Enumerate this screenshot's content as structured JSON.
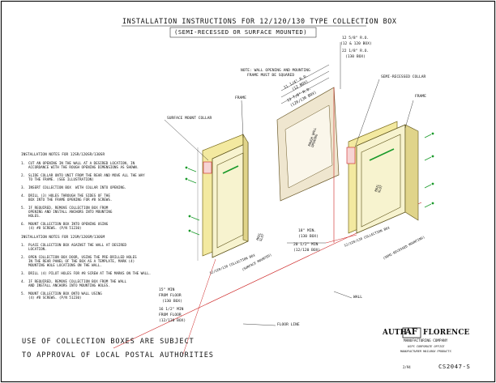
{
  "title": "INSTALLATION INSTRUCTIONS FOR 12/120/130 TYPE COLLECTION BOX",
  "subtitle": "(SEMI-RECESSED OR SURFACE MOUNTED)",
  "notes_recessed": {
    "heading": "INSTALLATION NOTES FOR 12SR/120SR/130SR",
    "items": [
      {
        "num": "1.",
        "text": "CUT AN OPENING IN THE WALL AT A DESIRED LOCATION, IN\nACCORDANCE WITH THE ROUGH OPENING DIMENSIONS AS SHOWN."
      },
      {
        "num": "2.",
        "text": "SLIDE COLLAR ONTO UNIT FROM THE REAR AND MOVE ALL THE WAY\nTO THE FRAME. (SEE ILLUSTRATION)"
      },
      {
        "num": "3.",
        "text": "INSERT COLLECTION BOX  WITH COLLAR INTO OPENING."
      },
      {
        "num": "4.",
        "text": "DRILL (3) HOLES THROUGH THE SIDES OF THE\nBOX INTO THE FRAME OPENING FOR #8 SCREWS."
      },
      {
        "num": "5.",
        "text": "IF REQUIRED, REMOVE COLLECTION BOX FROM\nOPENING AND INSTALL ANCHORS INTO MOUNTING\nHOLES."
      },
      {
        "num": "6.",
        "text": "MOUNT COLLECTION BOX INTO OPENING USING\n(4) #8 SCREWS. (P/N 51230)"
      }
    ]
  },
  "notes_surface": {
    "heading": "INSTALLATION NOTES FOR 12SM/120SM/130SM",
    "items": [
      {
        "num": "1.",
        "text": "PLACE COLLECTION BOX AGAINST THE WALL AT DESIRED\nLOCATION."
      },
      {
        "num": "2.",
        "text": "OPEN COLLECTION BOX DOOR, USING THE PRE-DRILLED HOLES\nIN THE REAR PANEL OF THE BOX AS A TEMPLATE, MARK (4)\nMOUNTING HOLE LOCATIONS ON THE WALL."
      },
      {
        "num": "3.",
        "text": "DRILL (4) PILOT HOLES FOR #8 SCREW AT THE MARKS ON THE WALL."
      },
      {
        "num": "4.",
        "text": "IF REQUIRED, REMOVE COLLECTION BOX FROM THE WALL\nAND INSTALL ANCHORS INTO MOUNTING HOLES."
      },
      {
        "num": "5.",
        "text": "MOUNT COLLECTION BOX ONTO WALL USING\n(4) #8 SCREWS. (P/N 51230)"
      }
    ]
  },
  "callouts": {
    "surface_mount_collar": "SURFACE MOUNT COLLAR",
    "frame_left": "FRAME",
    "frame_right": "FRAME",
    "semi_recessed_collar": "SEMI-RECESSED COLLAR",
    "wall_note_line1": "NOTE: WALL OPENING AND MOUNTING",
    "wall_note_line2": "FRAME MUST BE SQUARED",
    "dim_1234": "11 1/4\" R.O.",
    "dim_1234_sub": "(12 BOX)",
    "dim_13": "13 7/8\" R.O.",
    "dim_13_sub": "(120/130 BOX)",
    "dim_1258": "12 5/8\" R.O.",
    "dim_1258_sub": "(12 & 120 BOX)",
    "dim_2218": "22 1/8\" R.O.",
    "dim_2218_sub": "(130 BOX)",
    "dim_18": "18\" MIN.",
    "dim_18_sub": "(130 BOX)",
    "dim_2012": "20 1/2\" MIN",
    "dim_2012_sub": "(12/120 BOX)",
    "dim_15_l1": "15\" MIN",
    "dim_15_l2": "FROM FLOOR",
    "dim_15_l3": "(130 BOX)",
    "dim_1612_l1": "16 1/2\" MIN",
    "dim_1612_l2": "FROM FLOOR",
    "dim_1612_l3": "(12/120 BOX)",
    "wall": "WALL",
    "floor_line": "FLOOR LINE",
    "mail_slot_left": "MAIL\nSLOT",
    "mail_slot_right": "MAIL\nSLOT",
    "rough_wall": "ROUGH WALL\nOPENING",
    "surface_mounted_label": "(SURFACE MOUNTED)",
    "semi_recessed_label": "(SEMI-RECESSED MOUNTING)",
    "pkg_left": "12/120/130 COLLECTION BOX",
    "pkg_right": "12/120/130 COLLECTION BOX"
  },
  "footer": {
    "line1": "USE OF COLLECTION BOXES ARE SUBJECT",
    "line2": "TO APPROVAL OF LOCAL POSTAL AUTHORITIES"
  },
  "logo": {
    "left": "AUTH",
    "right": "FLORENCE",
    "mark": "AF",
    "sub1": "MANUFACTURING COMPANY",
    "sub2": "USPS CORPORATE OFFICE",
    "sub3": "MANUFACTURER MAILBOX PRODUCTS"
  },
  "doc": {
    "date": "2/94",
    "number": "CS2047-S"
  },
  "colors": {
    "ink": "#111111",
    "box_fill": "#f5f1c4",
    "collar_fill": "#f3e9a0",
    "red": "#cc2020",
    "green": "#1a9a2a",
    "wall_fill": "#e8dcc0"
  }
}
